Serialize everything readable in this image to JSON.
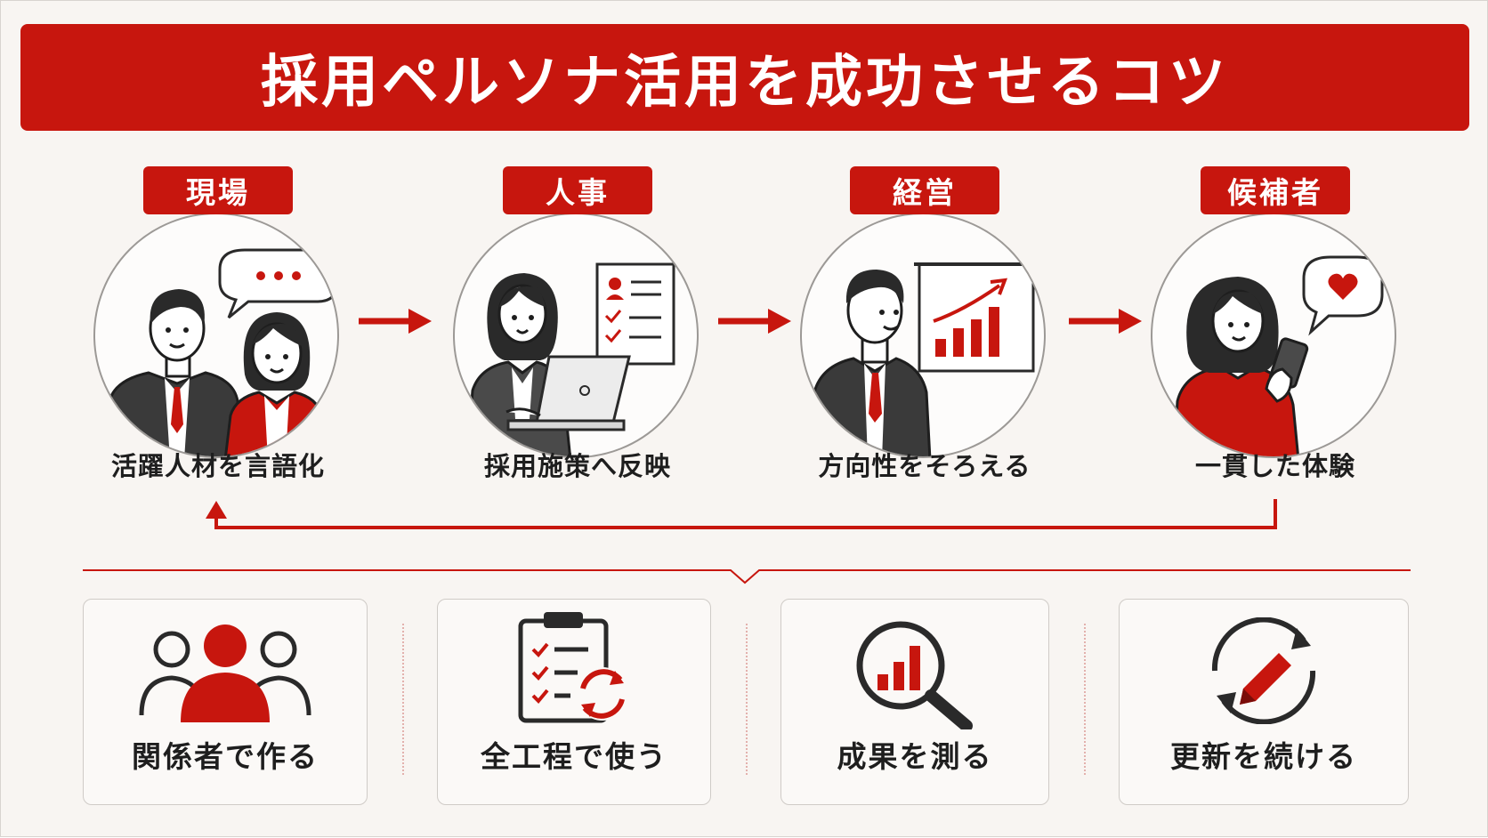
{
  "title": "採用ペルソナ活用を成功させるコツ",
  "colors": {
    "accent": "#c7160e",
    "text": "#1e1e1e",
    "background": "#f8f5f2"
  },
  "stages": [
    {
      "tag": "現場",
      "caption": "活躍人材を言語化",
      "icon": "employees-talking-illustration"
    },
    {
      "tag": "人事",
      "caption": "採用施策へ反映",
      "icon": "hr-laptop-illustration"
    },
    {
      "tag": "経営",
      "caption": "方向性をそろえる",
      "icon": "executive-growth-chart-illustration"
    },
    {
      "tag": "候補者",
      "caption": "一貫した体験",
      "icon": "candidate-smartphone-illustration"
    }
  ],
  "tips": [
    {
      "label": "関係者で作る",
      "icon": "team-icon"
    },
    {
      "label": "全工程で使う",
      "icon": "clipboard-cycle-icon"
    },
    {
      "label": "成果を測る",
      "icon": "magnifier-chart-icon"
    },
    {
      "label": "更新を続ける",
      "icon": "refresh-pencil-icon"
    }
  ]
}
